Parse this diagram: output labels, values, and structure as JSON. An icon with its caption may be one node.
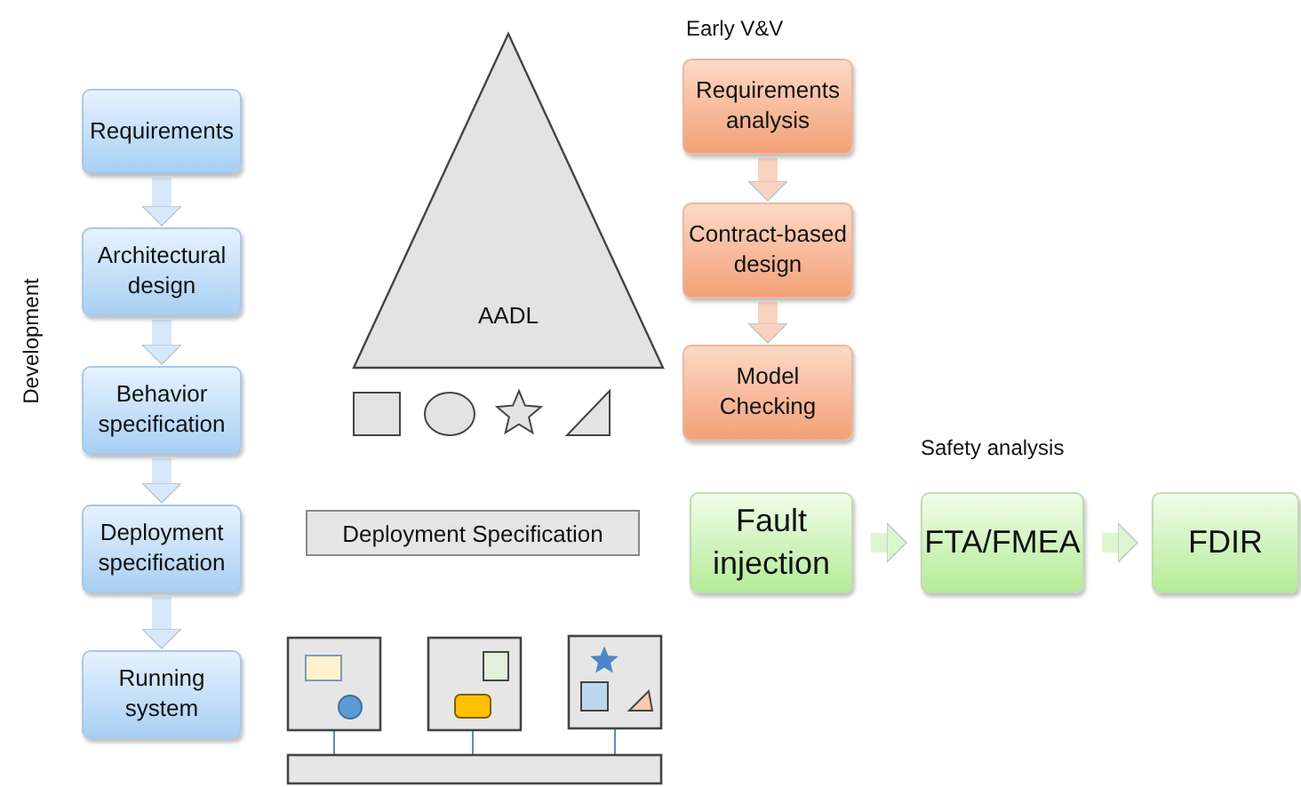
{
  "diagram": {
    "nodes": [
      {
        "text": [
          "Requirements"
        ]
      },
      {
        "text": [
          "Architectural design"
        ]
      },
      {
        "text": [
          "Behavior specification"
        ]
      },
      {
        "text": [
          "Deployment specification"
        ]
      },
      {
        "text": [
          "Running system"
        ]
      },
      {
        "text": [
          "AADL"
        ]
      },
      {
        "text": [
          "Deployment Specification"
        ]
      },
      {
        "text": [
          "Requirements analysis"
        ]
      },
      {
        "text": [
          "Contract-based design"
        ]
      },
      {
        "text": [
          "Model Checking"
        ]
      },
      {
        "text": [
          "Fault injection"
        ]
      },
      {
        "text": [
          "FTA/FMEA"
        ]
      },
      {
        "text": [
          "FDIR"
        ]
      }
    ],
    "edges": [
      {
        "from": 0,
        "to": 1,
        "arrow": "to"
      },
      {
        "from": 1,
        "to": 2,
        "arrow": "to"
      },
      {
        "from": 2,
        "to": 3,
        "arrow": "to"
      },
      {
        "from": 3,
        "to": 4,
        "arrow": "to"
      },
      {
        "from": 7,
        "to": 8,
        "arrow": "to",
        "color": "#f9d3c0"
      },
      {
        "from": 8,
        "to": 9,
        "arrow": "to",
        "color": "#f9d3c0"
      },
      {
        "from": 10,
        "to": 11,
        "arrow": "to",
        "color": "#dcf5cf"
      },
      {
        "from": 11,
        "to": 12,
        "arrow": "to",
        "color": "#dcf5cf"
      }
    ],
    "labels": [
      "Development",
      "Early V&V",
      "Safety analysis"
    ]
  }
}
